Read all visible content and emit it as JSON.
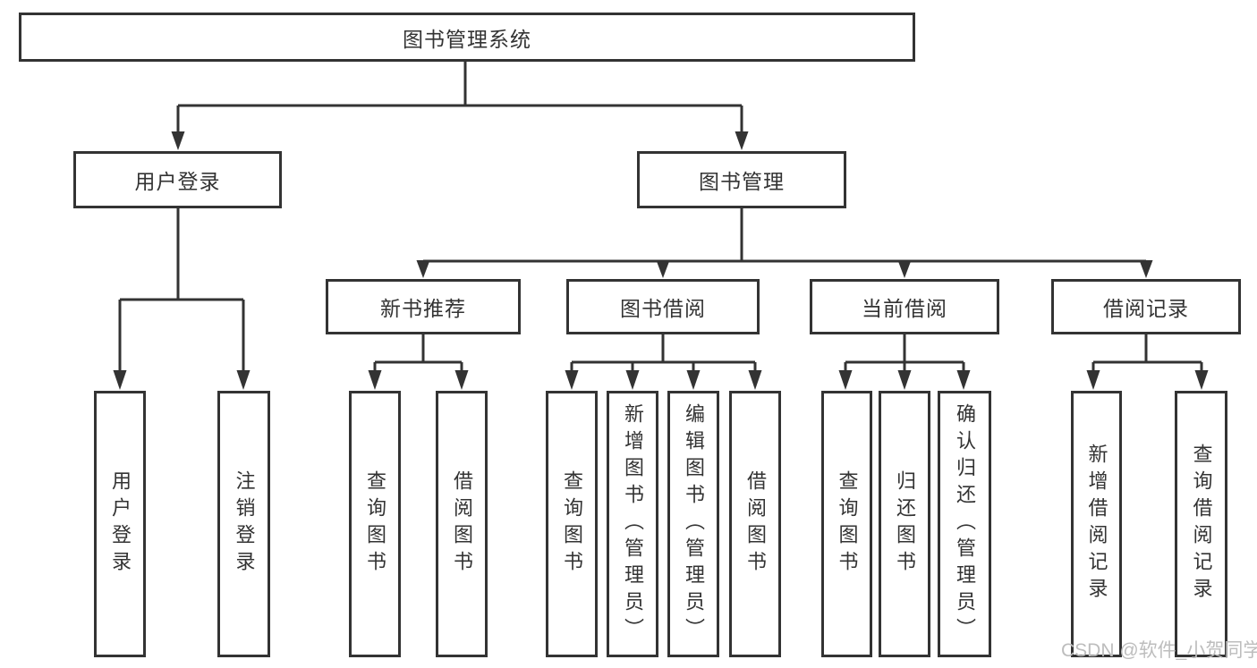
{
  "tree": {
    "root": {
      "label": "图书管理系统",
      "children": [
        {
          "label": "用户登录",
          "children": [
            {
              "label": "用户登录"
            },
            {
              "label": "注销登录"
            }
          ]
        },
        {
          "label": "图书管理",
          "children": [
            {
              "label": "新书推荐",
              "children": [
                {
                  "label": "查询图书"
                },
                {
                  "label": "借阅图书"
                }
              ]
            },
            {
              "label": "图书借阅",
              "children": [
                {
                  "label": "查询图书"
                },
                {
                  "label": "新增图书（管理员）"
                },
                {
                  "label": "编辑图书（管理员）"
                },
                {
                  "label": "借阅图书"
                }
              ]
            },
            {
              "label": "当前借阅",
              "children": [
                {
                  "label": "查询图书"
                },
                {
                  "label": "归还图书"
                },
                {
                  "label": "确认归还（管理员）"
                }
              ]
            },
            {
              "label": "借阅记录",
              "children": [
                {
                  "label": "新增借阅记录"
                },
                {
                  "label": "查询借阅记录"
                }
              ]
            }
          ]
        }
      ]
    }
  },
  "watermark": {
    "text": "CSDN @软件_小贺同学"
  },
  "colors": {
    "line": "#333333",
    "text": "#333333",
    "background": "#ffffff",
    "watermark": "#bdbdbd"
  }
}
